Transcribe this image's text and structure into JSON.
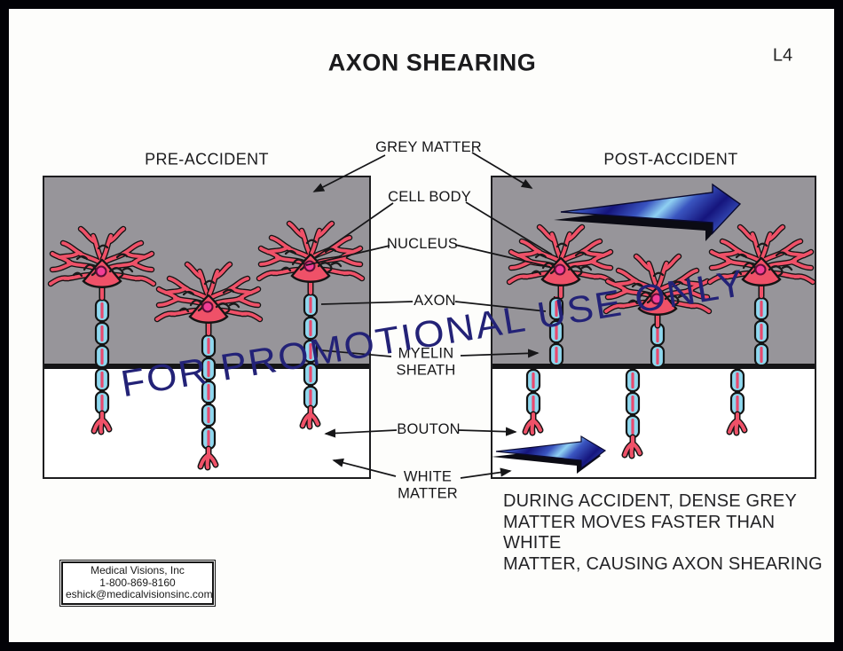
{
  "page": {
    "title": "AXON SHEARING",
    "code": "L4"
  },
  "watermark": {
    "text": "FOR PROMOTIONAL USE ONLY",
    "color": "#232277"
  },
  "panels": {
    "pre": {
      "label": "PRE-ACCIDENT"
    },
    "post": {
      "label": "POST-ACCIDENT"
    }
  },
  "anatomy_labels": {
    "grey_matter": "GREY MATTER",
    "cell_body": "CELL BODY",
    "nucleus": "NUCLEUS",
    "axon": "AXON",
    "myelin_line1": "MYELIN",
    "myelin_line2": "SHEATH",
    "bouton": "BOUTON",
    "white_line1": "WHITE",
    "white_line2": "MATTER"
  },
  "caption": {
    "line1": "DURING ACCIDENT, DENSE GREY",
    "line2": "MATTER MOVES FASTER THAN WHITE",
    "line3": "MATTER, CAUSING AXON SHEARING"
  },
  "vendor": {
    "name": "Medical Visions, Inc",
    "phone": "1-800-869-8160",
    "email": "eshick@medicalvisionsinc.com"
  },
  "colors": {
    "grey_matter": "#97959a",
    "neuron_pink": "#ef5168",
    "nucleus_pink": "#f23e97",
    "myelin_blue": "#8fd8ef",
    "arrow_dark_blue": "#15157d",
    "arrow_light_blue": "#8fd0f2",
    "watermark_navy": "#232277",
    "frame_black": "#020207"
  }
}
